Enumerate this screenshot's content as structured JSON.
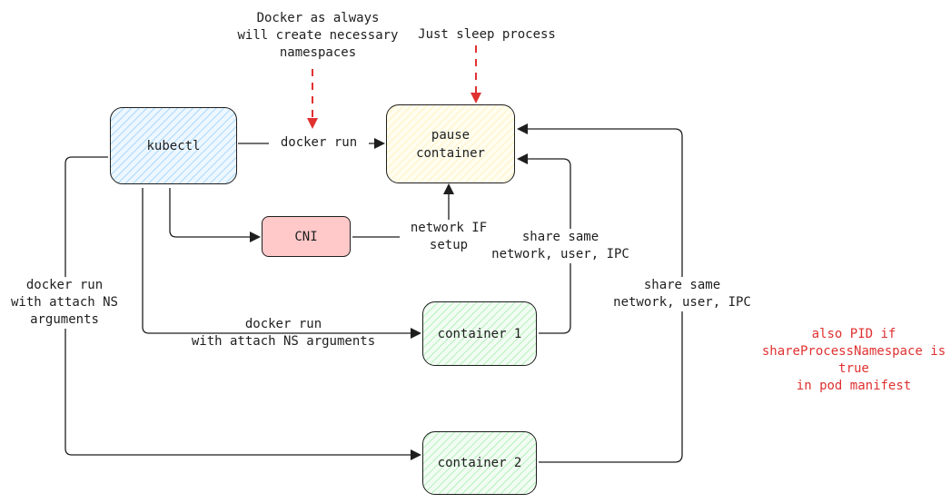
{
  "colors": {
    "stroke": "#1e1e1e",
    "annotation": "#e03131",
    "kubectl_fill": "#a5d8ff",
    "pause_fill": "#fff3bf",
    "container_fill": "#b2f2bb",
    "cni_fill": "#ffc9c9"
  },
  "nodes": {
    "kubectl": "kubectl",
    "pause": "pause\ncontainer",
    "cni": "CNI",
    "container1": "container 1",
    "container2": "container 2"
  },
  "edges": {
    "docker_run_pause": "docker run",
    "network_setup": "network IF\nsetup",
    "docker_run_c1": "docker run\nwith attach NS arguments",
    "docker_run_c2": "docker run\nwith attach NS\narguments",
    "share_c1": "share same\nnetwork, user, IPC",
    "share_c2": "share same\nnetwork, user, IPC"
  },
  "annotations": {
    "docker_namespaces": "Docker as always\nwill create necessary\nnamespaces",
    "sleep_process": "Just sleep process",
    "pid_note": "also PID if\nshareProcessNamespace is true\nin pod manifest"
  }
}
